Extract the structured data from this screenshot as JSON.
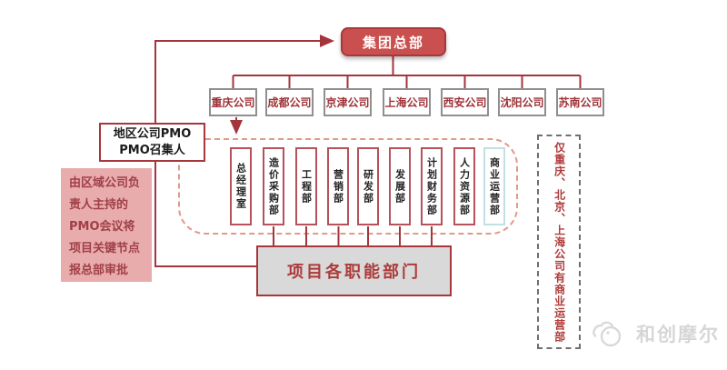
{
  "colors": {
    "accent_red": "#a8373c",
    "root_fill": "#c9504e",
    "line_red": "#a5353c",
    "company_text": "#9e3338",
    "container_dash_border": "#e09a88",
    "dept_border": "#b5525c",
    "dept_highlight_border": "#c2e0e4",
    "func_fill": "#d9d9d9",
    "pink_fill": "#e9acac",
    "pink_text": "#a04048",
    "side_note_text": "#b03b3b",
    "logo_gray": "#d6d6d6"
  },
  "root": {
    "label": "集团总部"
  },
  "companies": [
    "重庆公司",
    "成都公司",
    "京津公司",
    "上海公司",
    "西安公司",
    "沈阳公司",
    "苏南公司"
  ],
  "departments": [
    "总经理室",
    "造价采购部",
    "工程部",
    "营销部",
    "研发部",
    "发展部",
    "计划财务部",
    "人力资源部",
    "商业运营部"
  ],
  "functional_box": {
    "label": "项目各职能部门"
  },
  "pmo_box": {
    "line1": "地区公司PMO",
    "line2": "PMO召集人"
  },
  "pmo_note": {
    "lines": [
      "由区域公司负",
      "责人主持的",
      "PMO会议将",
      "项目关键节点",
      "报总部审批"
    ]
  },
  "side_note": {
    "label": "仅重庆、北京、上海公司有商业运营部"
  },
  "logo": {
    "label": "和创摩尔"
  }
}
